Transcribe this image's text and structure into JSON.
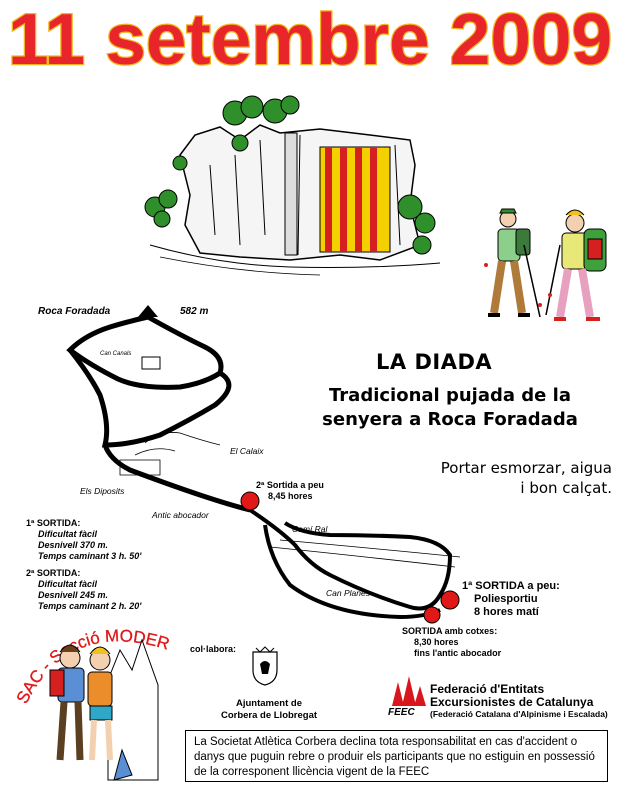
{
  "title": "11 setembre 2009",
  "headline": "LA DIADA",
  "subtitle_line1": "Tradicional pujada de la",
  "subtitle_line2": "senyera a Roca Foradada",
  "advice_line1": "Portar esmorzar, aigua",
  "advice_line2": "i bon calçat.",
  "map": {
    "peak_name": "Roca Foradada",
    "peak_altitude": "582 m",
    "label_can_canals": "Can Canals",
    "label_el_calaix": "El Calaix",
    "label_els_diposits": "Els Diposits",
    "label_antic_abocador": "Antic abocador",
    "label_cami_ral": "Camí Ral",
    "label_can_planes": "Can Planes",
    "second_start_line1": "2ª Sortida a peu",
    "second_start_line2": "8,45 hores",
    "first_start_line1": "1ª SORTIDA a peu:",
    "first_start_line2": "Poliesportiu",
    "first_start_line3": "8 hores matí",
    "car_start_line1": "SORTIDA amb cotxes:",
    "car_start_line2": "8,30 hores",
    "car_start_line3": "fins l'antic abocador"
  },
  "route1": {
    "heading": "1ª SORTIDA:",
    "difficulty": "Dificultat fàcil",
    "elevation": "Desnivell 370 m.",
    "time": "Temps caminant 3 h. 50'"
  },
  "route2": {
    "heading": "2ª SORTIDA:",
    "difficulty": "Dificultat fàcil",
    "elevation": "Desnivell 245 m.",
    "time": "Temps caminant 2 h. 20'"
  },
  "sac_logo_text": "SAC - Secció MODERATS",
  "collabora": "col·labora:",
  "ajuntament_line1": "Ajuntament de",
  "ajuntament_line2": "Corbera de Llobregat",
  "feec": {
    "name_line1": "Federació d'Entitats",
    "name_line2": "Excursionistes de Catalunya",
    "name_line3": "(Federació Catalana d'Alpinisme i Escalada)",
    "abbr": "FEEC"
  },
  "disclaimer": "La Societat Atlètica Corbera declina tota responsabilitat en cas d'accident o danys que puguin rebre o produir els participants que no estiguin en possessió de la corresponent llicència vigent de la FEEC",
  "colors": {
    "title_fill": "#e8252b",
    "title_outline": "#f2b51e",
    "flag_red": "#d62020",
    "flag_yellow": "#f5d000",
    "tree_green": "#2f8f2a",
    "start_marker": "#e01818",
    "feec_red": "#d8161d"
  }
}
